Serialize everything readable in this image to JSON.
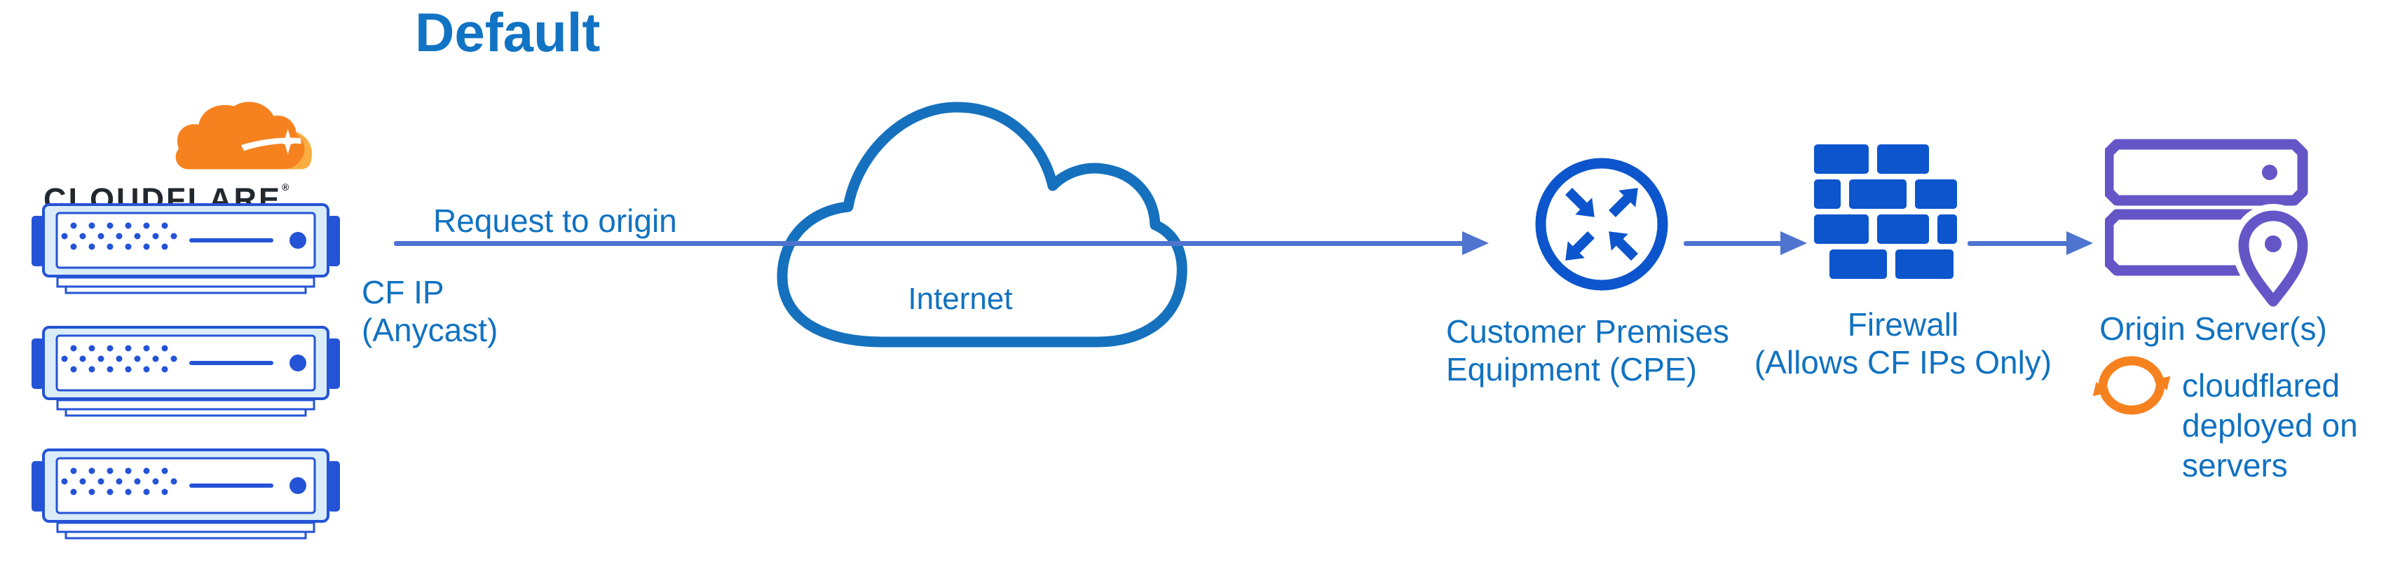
{
  "title": "Default",
  "colors": {
    "icon_blue": "#0c55cc",
    "rack_blue": "#2453d6",
    "rack_fill": "#d9ecf7",
    "text_blue": "#1172c1",
    "arrow_blue": "#4e74cf",
    "cloud_stroke_blue": "#1571bd",
    "brand_orange": "#f6821f",
    "brand_orange_light": "#fbad41",
    "origin_purple": "#6456c7",
    "wordmark_black": "#23282d"
  },
  "logo": {
    "wordmark": "CLOUDFLARE",
    "registered": "®"
  },
  "flow": {
    "request_label": "Request to origin",
    "cf_ip_1": "CF IP",
    "cf_ip_2": "(Anycast)"
  },
  "nodes": {
    "internet": {
      "label": "Internet"
    },
    "cpe": {
      "label_1": "Customer Premises",
      "label_2": "Equipment (CPE)"
    },
    "firewall": {
      "label_1": "Firewall",
      "label_2": "(Allows CF IPs Only)"
    },
    "origin": {
      "label": "Origin Server(s)"
    },
    "cloudflared": {
      "label_1": "cloudflared",
      "label_2": "deployed on",
      "label_3": "servers"
    }
  }
}
